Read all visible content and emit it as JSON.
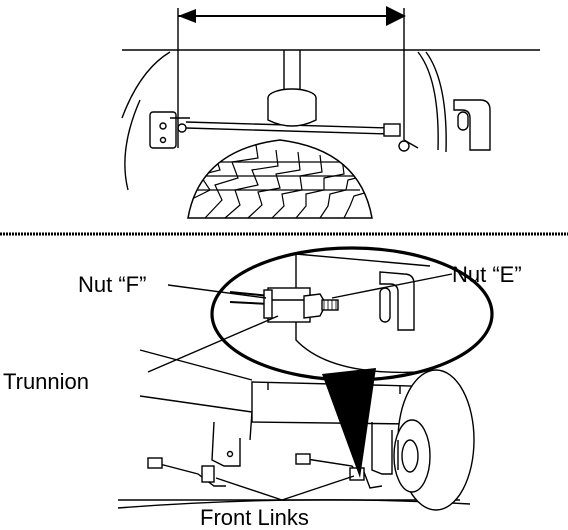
{
  "labels": {
    "nut_f": "Nut “F”",
    "nut_e": "Nut “E”",
    "trunnion": "Trunnion",
    "front_links": "Front Links"
  },
  "colors": {
    "ink": "#000000",
    "paper": "#ffffff"
  }
}
